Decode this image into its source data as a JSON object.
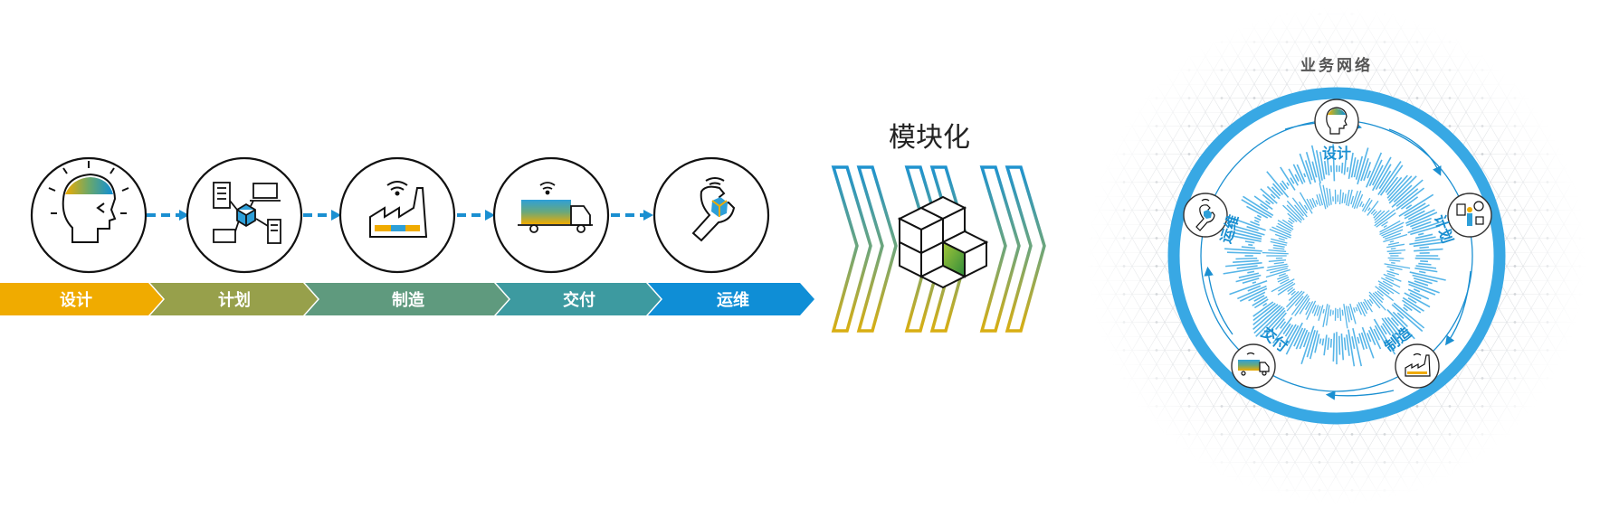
{
  "steps": [
    {
      "label": "设计",
      "icon": "head-idea-icon",
      "color": "#f0ab00"
    },
    {
      "label": "计划",
      "icon": "planning-network-icon",
      "color": "#97a04b"
    },
    {
      "label": "制造",
      "icon": "factory-icon",
      "color": "#5f9a7e"
    },
    {
      "label": "交付",
      "icon": "delivery-truck-icon",
      "color": "#3d9aa0"
    },
    {
      "label": "运维",
      "icon": "wrench-maintenance-icon",
      "color": "#0f8ed6"
    }
  ],
  "modular": {
    "title": "模块化",
    "icon": "modular-cubes-icon"
  },
  "network": {
    "title": "业务网络",
    "ring_labels": [
      "设计",
      "计划",
      "制造",
      "交付",
      "运维"
    ],
    "ring_color": "#38a8e4"
  }
}
